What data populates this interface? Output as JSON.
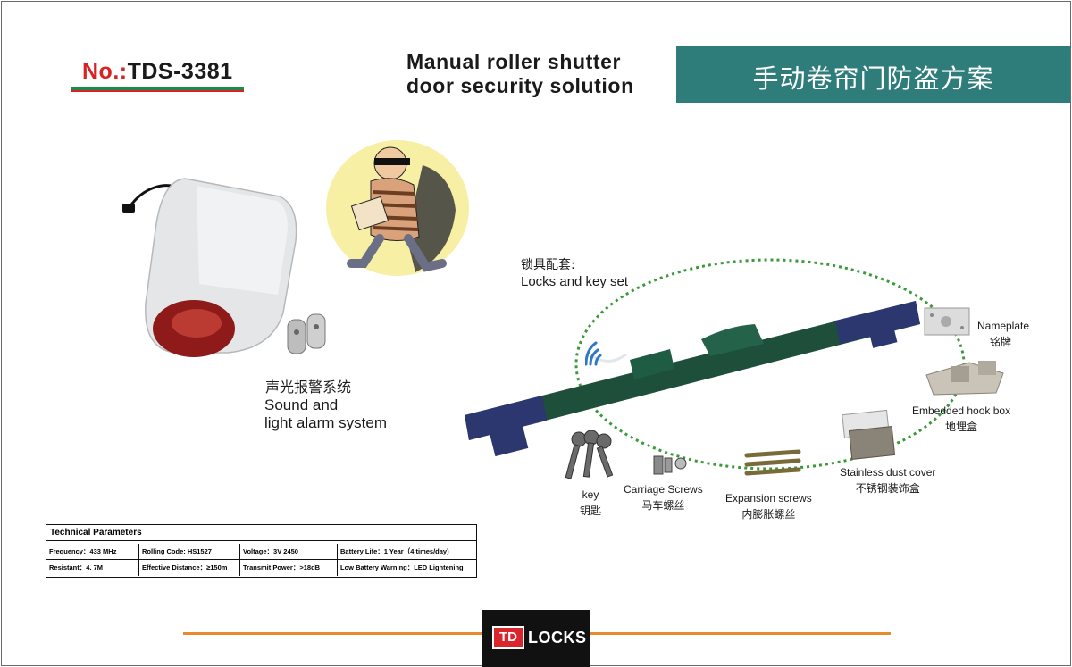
{
  "header": {
    "model_prefix": "No.:",
    "model_number": "TDS-3381",
    "title_en_line1": "Manual roller shutter",
    "title_en_line2": "door security solution",
    "title_cn": "手动卷帘门防盗方案"
  },
  "alarm": {
    "label_cn": "声光报警系统",
    "label_en_line1": "Sound and",
    "label_en_line2": "light alarm system"
  },
  "locks": {
    "label_cn": "锁具配套:",
    "label_en": "Locks and key set"
  },
  "components": {
    "nameplate_en": "Nameplate",
    "nameplate_cn": "铭牌",
    "hookbox_en": "Embedded hook box",
    "hookbox_cn": "地埋盒",
    "dustcover_en": "Stainless dust cover",
    "dustcover_cn": "不锈钢装饰盒",
    "expansion_en": "Expansion screws",
    "expansion_cn": "内膨胀螺丝",
    "carriage_en": "Carriage Screws",
    "carriage_cn": "马车螺丝",
    "key_en": "key",
    "key_cn": "钥匙"
  },
  "tech": {
    "title": "Technical Parameters",
    "row1": [
      "Frequency：433 MHz",
      "Rolling Code: HS1527",
      "Voltage：3V 2450",
      "Battery Life：1 Year（4 times/day)"
    ],
    "row2": [
      "Resistant：4. 7M",
      "Effective Distance：≥150m",
      "Transmit Power：>18dB",
      "Low Battery Warning：LED Lightening"
    ]
  },
  "footer": {
    "logo_td": "TD",
    "logo_locks": "LOCKS"
  },
  "colors": {
    "accent_teal": "#2e7d7a",
    "model_red": "#d92323",
    "model_green": "#1f8a4c",
    "footer_orange": "#e98a2e",
    "lock_bar_green": "#1d4f3a",
    "dotted_ring": "#3a9a3a"
  }
}
